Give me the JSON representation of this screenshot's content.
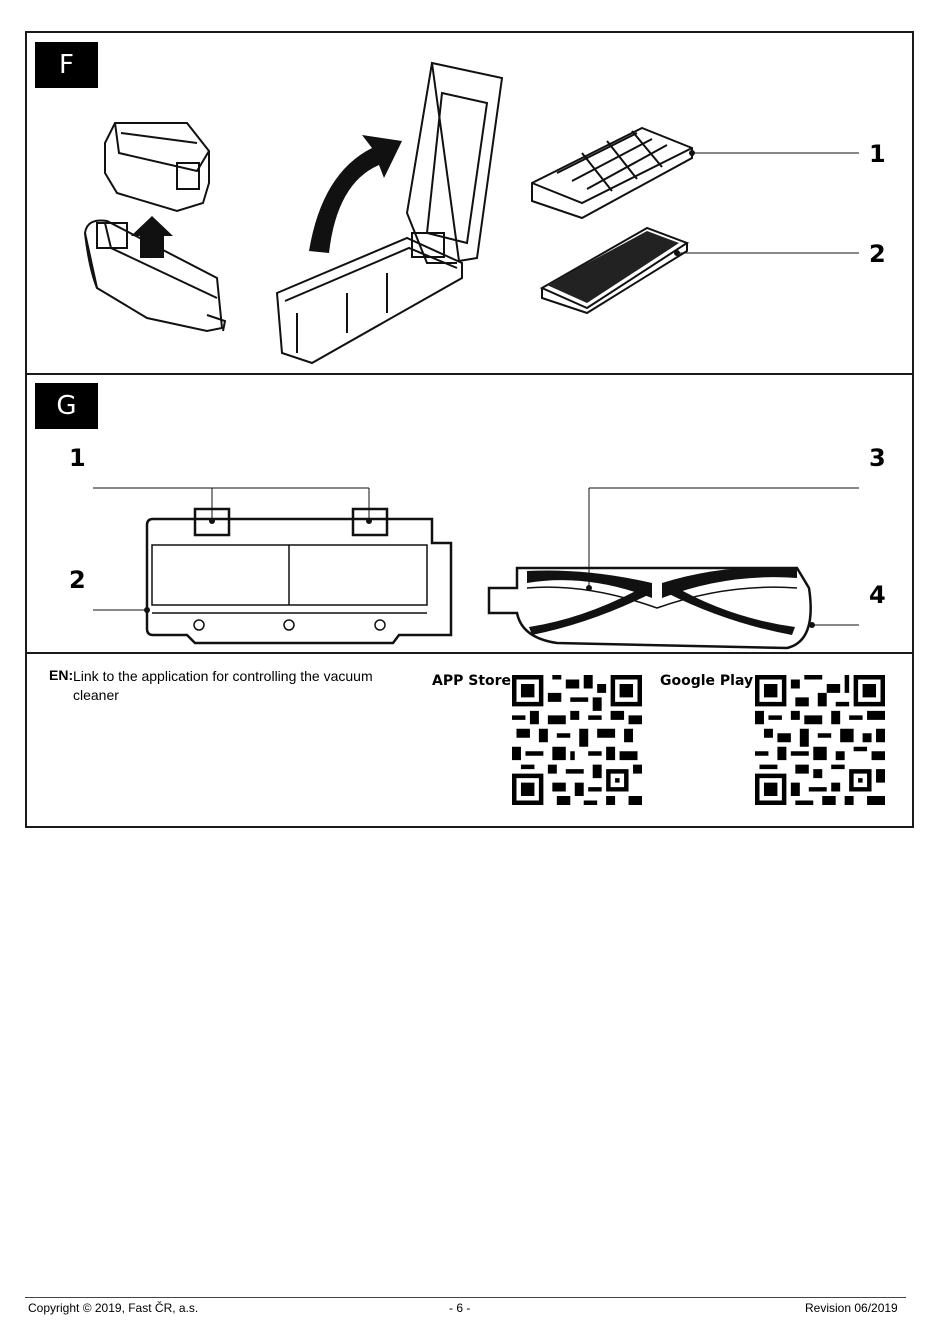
{
  "section_f": {
    "label": "F",
    "callouts": [
      "1",
      "2"
    ]
  },
  "section_g": {
    "label": "G",
    "callouts": [
      "1",
      "2",
      "3",
      "4"
    ]
  },
  "apps": {
    "lang": "EN:",
    "text": "Link to the application for controlling the vacuum cleaner",
    "app_store": "APP Store",
    "google_play": "Google Play"
  },
  "footer": {
    "copyright": "Copyright © 2019, Fast ČR, a.s.",
    "page": "- 6 -",
    "revision": "Revision 06/2019"
  }
}
